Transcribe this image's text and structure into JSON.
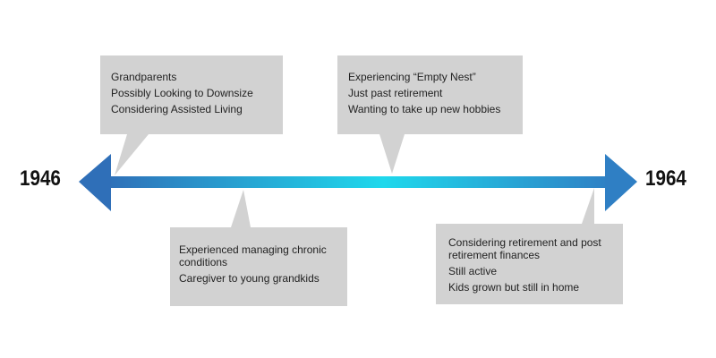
{
  "timeline": {
    "start_year": "1946",
    "end_year": "1964",
    "colors": {
      "arrow_blue": "#2f7fc4",
      "center_cyan": "#1fd8ec",
      "callout_fill": "#d2d2d2"
    }
  },
  "callouts": [
    {
      "position": "top",
      "items": [
        "Grandparents",
        "Possibly Looking to Downsize",
        "Considering Assisted Living"
      ]
    },
    {
      "position": "top",
      "items": [
        "Experiencing “Empty Nest”",
        "Just past retirement",
        "Wanting to take up new hobbies"
      ]
    },
    {
      "position": "bottom",
      "items": [
        "Experienced managing chronic conditions",
        "Caregiver to young grandkids"
      ]
    },
    {
      "position": "bottom",
      "items": [
        "Considering retirement and post retirement finances",
        "Still active",
        "Kids grown but still in home"
      ]
    }
  ]
}
